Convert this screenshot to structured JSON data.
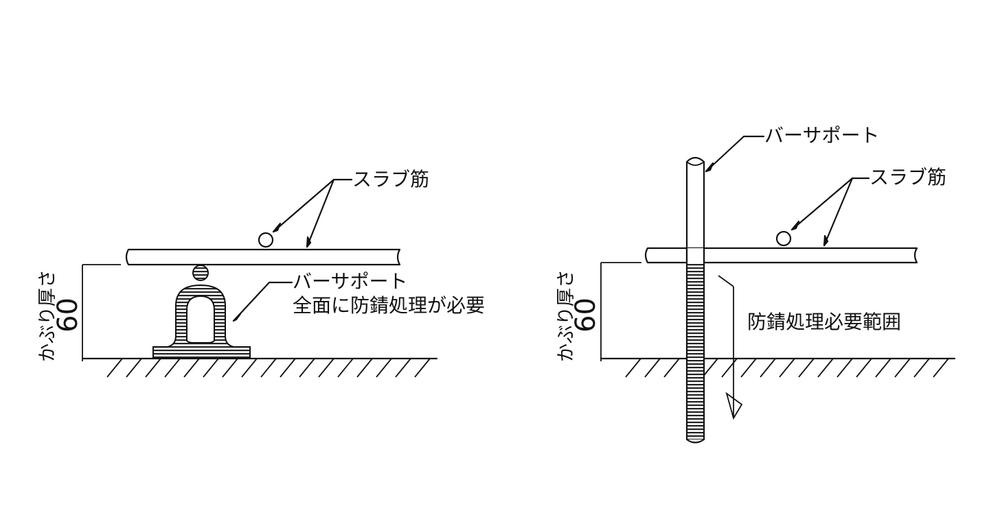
{
  "left": {
    "slab_rebar_label": "スラブ筋",
    "bar_support_label": "バーサポート",
    "rust_note_label": "全面に防錆処理が必要",
    "cover_label": "かぶり厚さ",
    "cover_value": "60"
  },
  "right": {
    "bar_support_label": "バーサポート",
    "slab_rebar_label": "スラブ筋",
    "rust_range_label": "防錆処理必要範囲",
    "cover_label": "かぶり厚さ",
    "cover_value": "60"
  }
}
